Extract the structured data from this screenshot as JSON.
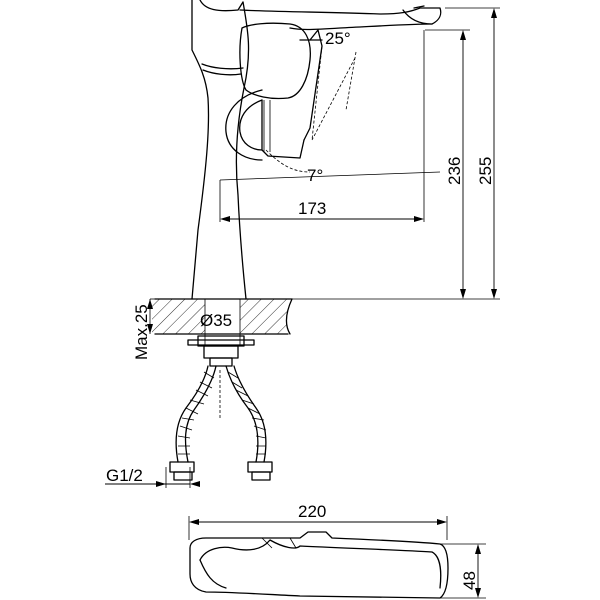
{
  "dimensions": {
    "spout_reach": "173",
    "spout_height": "236",
    "total_height": "255",
    "max_thickness": "Max.25",
    "base_diameter": "Ø35",
    "thread": "G1/2",
    "length": "220",
    "width": "48"
  },
  "angles": {
    "upper": "25°",
    "lower": "7°"
  }
}
